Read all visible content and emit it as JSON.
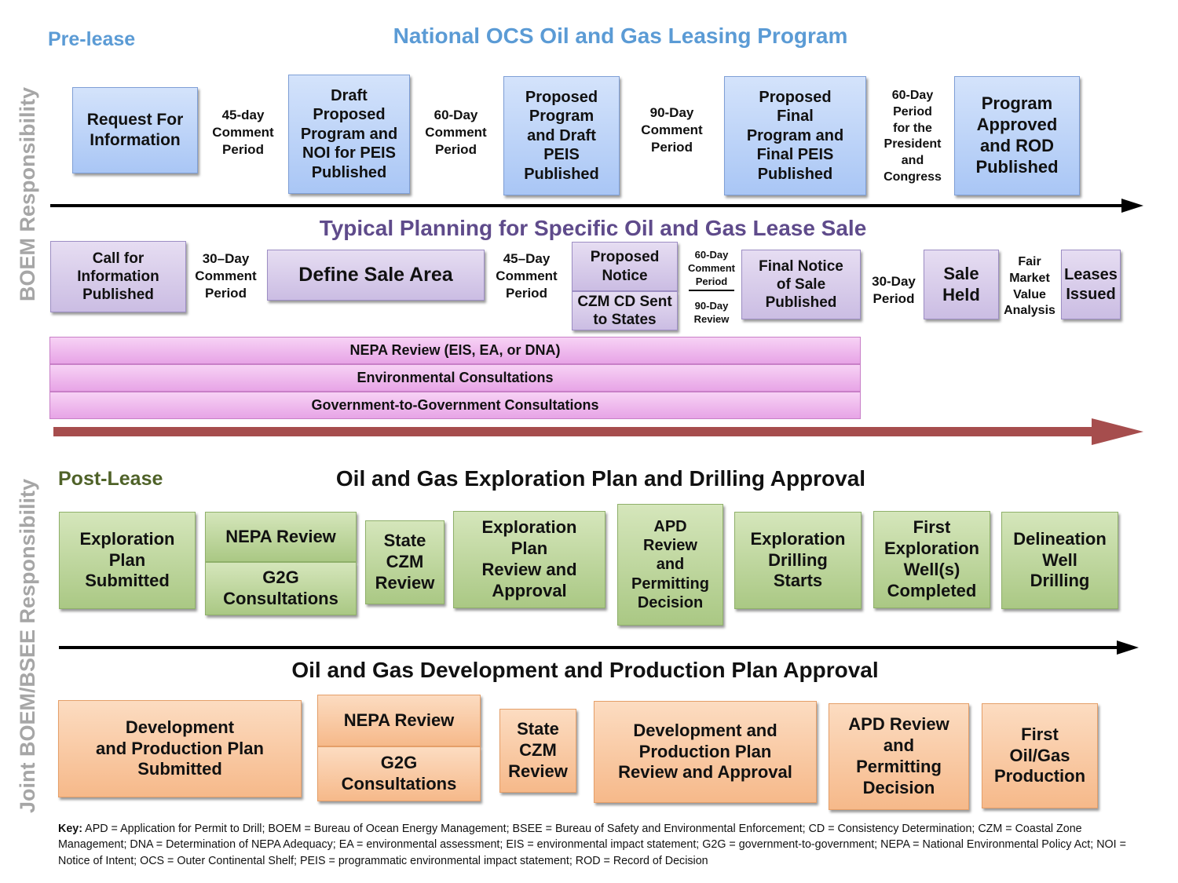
{
  "side_labels": {
    "top": "BOEM Responsibility",
    "bottom": "Joint BOEM/BSEE Responsibility"
  },
  "prelease": {
    "label": "Pre-lease",
    "title": "National OCS Oil and Gas Leasing Program",
    "boxes": [
      "Request For\nInformation",
      "Draft\nProposed\nProgram and\nNOI for PEIS\nPublished",
      "Proposed\nProgram\nand Draft\nPEIS\nPublished",
      "Proposed\nFinal\nProgram and\nFinal PEIS\nPublished",
      "Program\nApproved\nand ROD\nPublished"
    ],
    "periods": [
      "45-day\nComment\nPeriod",
      "60-Day\nComment\nPeriod",
      "90-Day\nComment\nPeriod",
      "60-Day\nPeriod\nfor the\nPresident\nand\nCongress"
    ]
  },
  "lease_sale": {
    "title": "Typical Planning for Specific Oil and Gas Lease Sale",
    "call": "Call for\nInformation\nPublished",
    "p30a": "30–Day\nComment\nPeriod",
    "define": "Define Sale Area",
    "p45": "45–Day\nComment\nPeriod",
    "proposed_notice": "Proposed\nNotice",
    "czm_sent": "CZM CD Sent\nto States",
    "p60": "60-Day\nComment\nPeriod",
    "p90": "90-Day\nReview",
    "final_notice": "Final Notice\nof Sale\nPublished",
    "p30b": "30-Day\nPeriod",
    "sale_held": "Sale\nHeld",
    "fmv": "Fair\nMarket\nValue\nAnalysis",
    "leases": "Leases\nIssued",
    "bars": [
      "NEPA Review (EIS, EA, or DNA)",
      "Environmental Consultations",
      "Government-to-Government Consultations"
    ]
  },
  "exploration": {
    "label": "Post-Lease",
    "title": "Oil and Gas Exploration Plan and Drilling Approval",
    "plan_submitted": "Exploration\nPlan\nSubmitted",
    "nepa": "NEPA Review",
    "g2g": "G2G\nConsultations",
    "czm": "State\nCZM\nReview",
    "plan_review": "Exploration\nPlan\nReview and\nApproval",
    "apd": "APD\nReview\nand\nPermitting\nDecision",
    "drilling": "Exploration\nDrilling\nStarts",
    "first_well": "First\nExploration\nWell(s)\nCompleted",
    "delineation": "Delineation\nWell\nDrilling"
  },
  "development": {
    "title": "Oil and Gas Development and Production Plan Approval",
    "submitted": "Development\nand Production Plan\nSubmitted",
    "nepa": "NEPA Review",
    "g2g": "G2G\nConsultations",
    "czm": "State\nCZM\nReview",
    "review": "Development and\nProduction Plan\nReview and Approval",
    "apd": "APD Review\nand\nPermitting\nDecision",
    "first_prod": "First\nOil/Gas\nProduction"
  },
  "key": {
    "label": "Key:",
    "text": " APD = Application for Permit to Drill; BOEM = Bureau of Ocean Energy Management; BSEE = Bureau of Safety and Environmental Enforcement; CD = Consistency Determination; CZM = Coastal Zone Management; DNA = Determination of NEPA Adequacy; EA = environmental assessment; EIS = environmental impact statement; G2G = government-to-government; NEPA = National Environmental Policy Act; NOI = Notice of Intent; OCS = Outer Continental Shelf; PEIS = programmatic environmental impact statement; ROD = Record of Decision"
  },
  "colors": {
    "prelease_title": "#5b9bd5",
    "lease_title": "#5f4b8b",
    "postlease_label": "#4f6228",
    "red_arrow": "#a64d4d"
  }
}
